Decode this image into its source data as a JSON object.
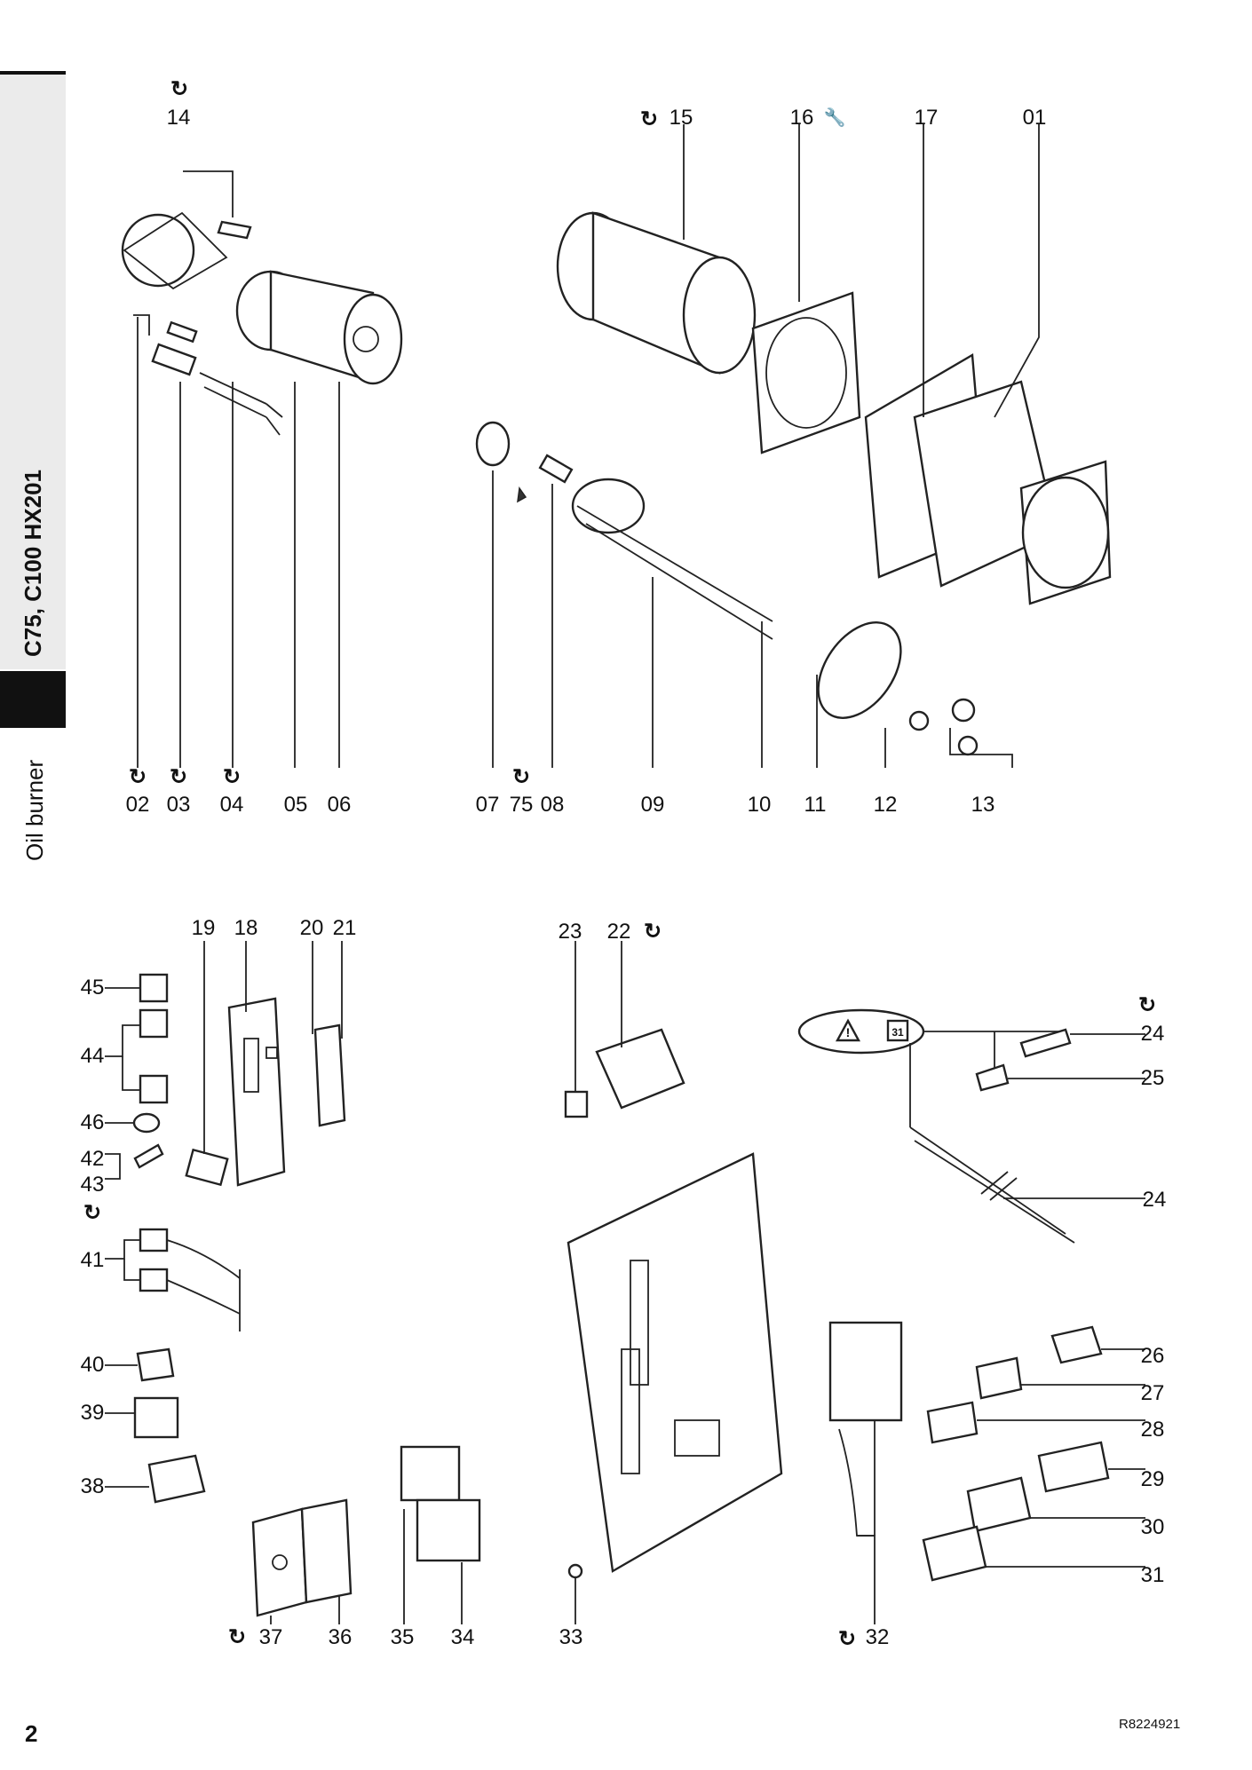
{
  "sidebar": {
    "model": "C75, C100 HX201",
    "section": "Oil burner"
  },
  "labels": {
    "l01": "01",
    "l02": "02",
    "l03": "03",
    "l04": "04",
    "l05": "05",
    "l06": "06",
    "l07": "07",
    "l08": "08",
    "l09": "09",
    "l10": "10",
    "l11": "11",
    "l12": "12",
    "l13": "13",
    "l14": "14",
    "l15": "15",
    "l16": "16",
    "l17": "17",
    "l18": "18",
    "l19": "19",
    "l20": "20",
    "l21": "21",
    "l22": "22",
    "l23": "23",
    "l24a": "24",
    "l24b": "24",
    "l25": "25",
    "l26": "26",
    "l27": "27",
    "l28": "28",
    "l29": "29",
    "l30": "30",
    "l31": "31",
    "l32": "32",
    "l33": "33",
    "l34": "34",
    "l35": "35",
    "l36": "36",
    "l37": "37",
    "l38": "38",
    "l39": "39",
    "l40": "40",
    "l41": "41",
    "l42": "42",
    "l43": "43",
    "l44": "44",
    "l45": "45",
    "l46": "46",
    "l75": "75"
  },
  "symbols": {
    "spare_part": "↻",
    "tool": "🔧",
    "warning": "!",
    "calendar_day": "31"
  },
  "footer": {
    "page": "2",
    "code": "R8224921"
  }
}
